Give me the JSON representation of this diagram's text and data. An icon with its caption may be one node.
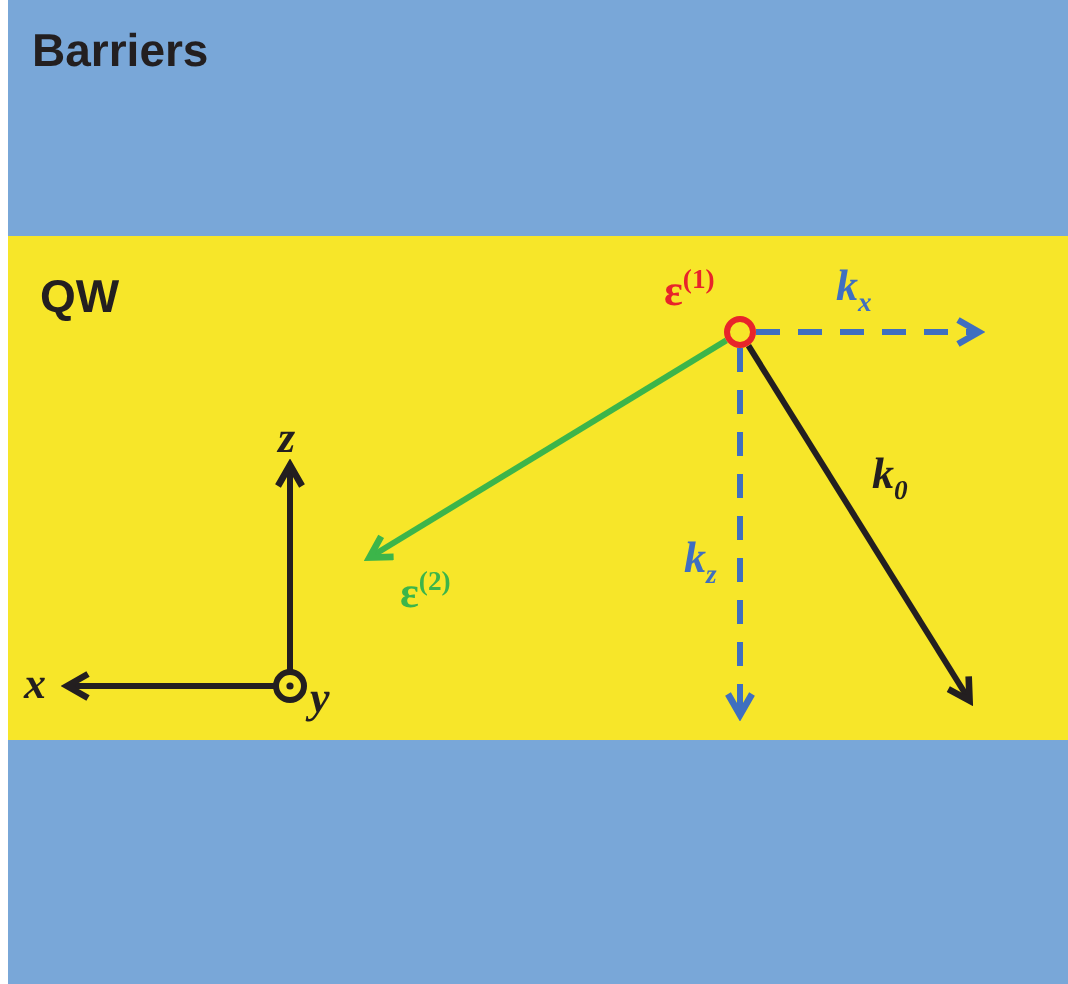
{
  "diagram": {
    "nodes": [
      {
        "text": [
          "Barriers"
        ]
      },
      {
        "text": [
          "QW"
        ],
        "in": 0
      },
      {
        "text": [],
        "shape": "circle",
        "in": 1,
        "beside": [
          "ε$^{(1)}$"
        ]
      }
    ],
    "edges": [
      {
        "from": 2,
        "to": null,
        "arrow": "to",
        "label": "ε$^{(2)}$",
        "color": "#3cb54a"
      },
      {
        "from": 2,
        "to": null,
        "arrow": "to",
        "label": "k$_{x}$",
        "style": "dashed",
        "color": "#3f6fc0"
      },
      {
        "from": 2,
        "to": null,
        "arrow": "to",
        "label": "k$_{z}$",
        "style": "dashed",
        "color": "#3f6fc0"
      },
      {
        "from": 2,
        "to": null,
        "arrow": "to",
        "label": "k$_{0}$",
        "color": "#231f20"
      }
    ],
    "labels": [
      "z",
      "x",
      "y"
    ]
  }
}
